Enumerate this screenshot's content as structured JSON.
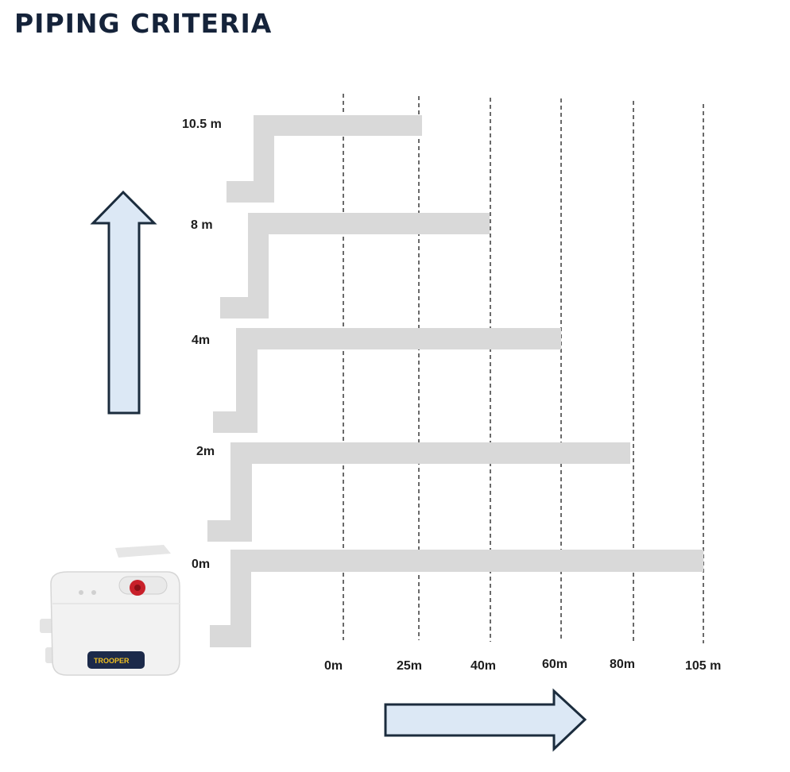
{
  "title": "PIPING CRITERIA",
  "height_labels": [
    "10.5 m",
    "8 m",
    "4m",
    "2m",
    "0m"
  ],
  "distance_labels": [
    "0m",
    "25m",
    "40m",
    "60m",
    "80m",
    "105 m"
  ],
  "pump": {
    "brand_text": "TROOPER"
  },
  "colors": {
    "title": "#15233a",
    "pipe": "#d9d9d9",
    "arrow_fill": "#dce8f5",
    "arrow_stroke": "#1b2c3d",
    "pump_body": "#f2f2f2",
    "pump_accent": "#c8202a"
  },
  "chart_data": {
    "type": "table",
    "xlabel": "",
    "ylabel": "",
    "series": [
      {
        "height": "10.5 m",
        "max_distance": "25m"
      },
      {
        "height": "8 m",
        "max_distance": "40m"
      },
      {
        "height": "4m",
        "max_distance": "60m"
      },
      {
        "height": "2m",
        "max_distance": "80m"
      },
      {
        "height": "0m",
        "max_distance": "105 m"
      }
    ]
  }
}
